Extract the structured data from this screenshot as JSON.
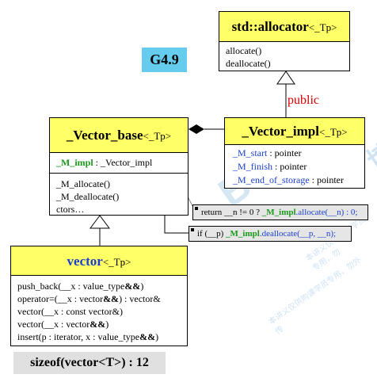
{
  "version_badge": "G4.9",
  "allocator": {
    "name": "std::allocator",
    "tparam": "<_Tp>",
    "methods": [
      "allocate()",
      "deallocate()"
    ]
  },
  "inherit_label": "public",
  "vector_impl": {
    "name": "_Vector_impl",
    "tparam": "<_Tp>",
    "fields": [
      {
        "name": "_M_start",
        "type": " : pointer"
      },
      {
        "name": "_M_finish",
        "type": " : pointer"
      },
      {
        "name": "_M_end_of_storage",
        "type": " : pointer"
      }
    ]
  },
  "vector_base": {
    "name": "_Vector_base",
    "tparam": "<_Tp>",
    "field_name": "_M_impl",
    "field_type": " : _Vector_impl",
    "methods": [
      "_M_allocate()",
      "_M_deallocate()",
      "ctors…"
    ]
  },
  "callout_allocate": {
    "prefix": "return __n != 0 ? ",
    "impl": "_M_impl",
    "call": ".allocate(__n) : 0;"
  },
  "callout_deallocate": {
    "prefix": "if (__p)  ",
    "impl": "_M_impl",
    "call": ".deallocate(__p, __n);"
  },
  "vector": {
    "name": "vector",
    "tparam": "<_Tp>",
    "methods": [
      {
        "text": "push_back(__x : value_type",
        "bold": "&&",
        "tail": ")"
      },
      {
        "text": "operator=(__x : vector",
        "bold": "&&",
        "tail": ") : vector&"
      },
      {
        "text": "vector(__x : const vector&)",
        "bold": "",
        "tail": ""
      },
      {
        "text": "vector(__x : vector",
        "bold": "&&",
        "tail": ")"
      },
      {
        "text": "insert(p : iterator, x : value_type",
        "bold": "&&",
        "tail": ")"
      }
    ]
  },
  "sizeof_label": "sizeof(vector<T>) : 12",
  "watermark": {
    "big": "Boolan",
    "small1": "本讲义仅供购课学员专用，勿",
    "small2": "本讲义仅供购课学员专用，勿外传",
    "edge": "博"
  },
  "colors": {
    "class_header": "#ffff66",
    "green": "#1a9a1a",
    "blue": "#1a3fd0",
    "badge": "#66ccee",
    "public": "#cc0000",
    "watermark": "#cfe3f3"
  }
}
